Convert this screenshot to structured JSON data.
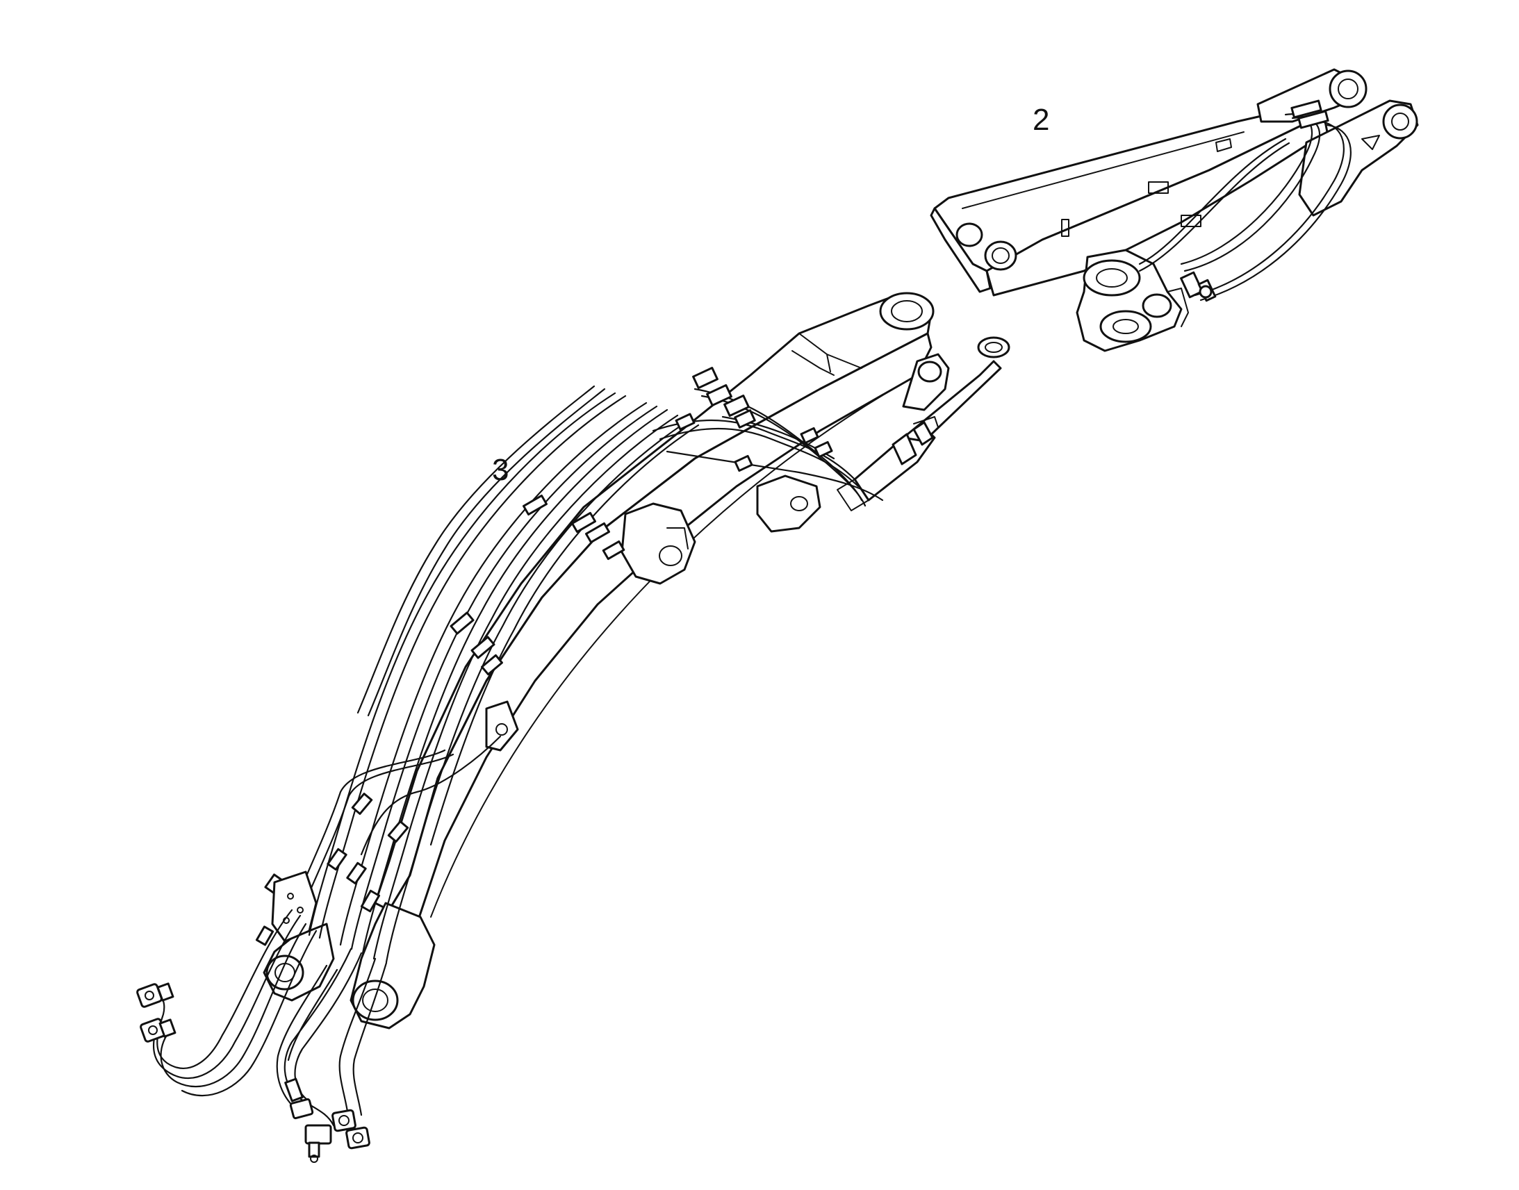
{
  "diagram": {
    "callouts": [
      {
        "id": "part-2",
        "text": "2"
      },
      {
        "id": "part-3",
        "text": "3"
      }
    ],
    "line_color": "#111111",
    "background": "#ffffff"
  }
}
